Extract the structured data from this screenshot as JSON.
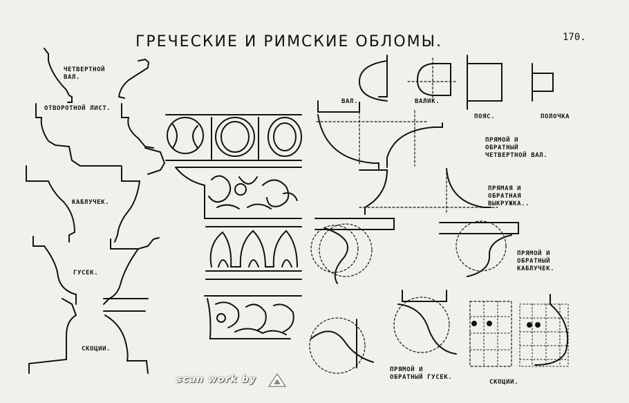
{
  "title": "ГРЕЧЕСКИЕ И РИМСКИЕ ОБЛОМЫ.",
  "page_number": "170.",
  "labels": {
    "chetvertnoy_val": "ЧЕТВЕРТНОЙ\nВАЛ.",
    "otvorotny_list": "ОТВОРОТНОЙ ЛИСТ.",
    "kablychek": "КАБЛУЧЕК.",
    "gusek": "ГУСЕК.",
    "skotsii_left": "СКОЦИИ.",
    "val": "ВАЛ.",
    "valik": "ВАЛИК.",
    "poyas": "ПОЯС.",
    "polochka": "ПОЛОЧКА",
    "pryamoy_obratny_chetvertnoy_val": "ПРЯМОЙ И\nОБРАТНЫЙ\nЧЕТВЕРТНОЙ ВАЛ.",
    "pryamaya_obratnaya_vykruzhka": "ПРЯМАЯ И\nОБРАТНАЯ\nВЫКРУЖКА..",
    "pryamoy_obratny_kablychek": "ПРЯМОЙ И\nОБРАТНЫЙ\nКАБЛУЧЕК.",
    "pryamoy_obratny_gusek": "ПРЯМОЙ И\nОБРАТНЫЙ ГУСЕК.",
    "skotsii_right": "СКОЦИИ."
  },
  "watermark": "scan work by"
}
